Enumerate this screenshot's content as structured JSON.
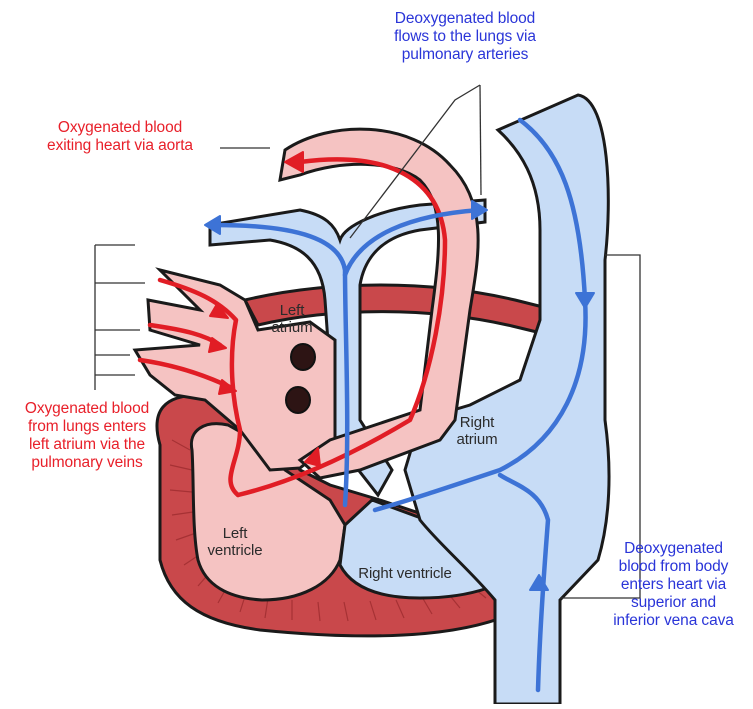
{
  "colors": {
    "oxygenated": "#e8202a",
    "deoxygenated": "#2a35d8",
    "oxy_fill": "#f5c3c2",
    "deoxy_fill": "#c7dcf6",
    "muscle": "#c9484b",
    "muscle_inner": "#e98a8a",
    "blue_arrow": "#3d73d6",
    "red_arrow": "#e11d25",
    "outline": "#1a1a1a"
  },
  "labels": {
    "top_blue": [
      "Deoxygenated blood",
      "flows to the lungs via",
      "pulmonary arteries"
    ],
    "aorta": [
      "Oxygenated blood",
      "exiting heart via aorta"
    ],
    "pulmonary_veins": [
      "Oxygenated blood",
      "from lungs enters",
      "left atrium via the",
      "pulmonary veins"
    ],
    "vena_cava": [
      "Deoxygenated",
      "blood from body",
      "enters heart via",
      "superior and",
      "inferior vena cava"
    ],
    "left_atrium": [
      "Left",
      "atrium"
    ],
    "right_atrium": [
      "Right",
      "atrium"
    ],
    "left_ventricle": [
      "Left",
      "ventricle"
    ],
    "right_ventricle": [
      "Right ventricle"
    ]
  }
}
